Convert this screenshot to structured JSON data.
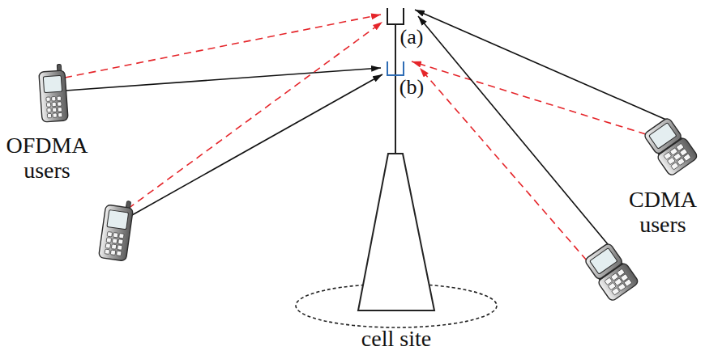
{
  "diagram": {
    "nodes": [
      {
        "text": [
          "(a)"
        ]
      },
      {
        "text": [
          "(b)"
        ]
      },
      {
        "text": [
          "OFDMA users"
        ]
      },
      {
        "text": [
          "CDMA users"
        ]
      }
    ],
    "edges": [
      {
        "from": 2,
        "to": 0,
        "arrow": "to"
      },
      {
        "from": 2,
        "to": 1,
        "arrow": "to"
      },
      {
        "from": 2,
        "to": 0,
        "arrow": "to"
      },
      {
        "from": 2,
        "to": 1,
        "arrow": "to"
      },
      {
        "from": 3,
        "to": 0,
        "arrow": "to"
      },
      {
        "from": 3,
        "to": 1,
        "arrow": "to"
      },
      {
        "from": 3,
        "to": 0,
        "arrow": "to"
      },
      {
        "from": 3,
        "to": 1,
        "arrow": "to"
      }
    ],
    "labels": [
      "cell site"
    ]
  }
}
